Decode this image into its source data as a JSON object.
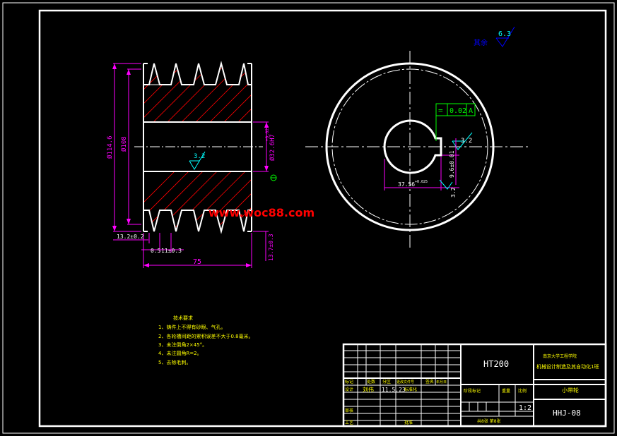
{
  "colors": {
    "background": "#000000",
    "frame": "#ffffff",
    "dimension": "#ff00ff",
    "centerline": "#ffffff",
    "hatch": "#ff0000",
    "tolerance": "#00ff00",
    "watermark": "#ff0000",
    "roughness": "#00ffff",
    "note_text": "#ffff00",
    "title_text": "#ffff00",
    "surface_note": "#0000ff"
  },
  "watermark": "www.woc88.com",
  "surface_note": {
    "label": "其余",
    "value": "6.3"
  },
  "front_view": {
    "dim_outer_diameter": "Ø114.6",
    "dim_groove_diameter": "Ø108",
    "dim_bore": "Ø32.6H7",
    "roughness_bore": "3.2",
    "dim_pitch": "13.2±0.2",
    "dim_first_groove": "0.5",
    "dim_groove_width": "11±0.3",
    "dim_width": "75",
    "dim_edge": "13.7±0.3",
    "dim_right_tol": "+0.021"
  },
  "side_view": {
    "flatness_symbol": "=",
    "flatness_value": "0.02",
    "flatness_datum": "A",
    "roughness_keyway": "3.2",
    "dim_key_width": "9.6±0.01",
    "dim_hub": "37.56",
    "dim_hub_tol": "+0.025",
    "roughness_bottom": "3.2"
  },
  "tech_notes": {
    "title": "技术要求",
    "items": [
      "1、铸件上不得有砂眼、气孔。",
      "2、各轮槽间距的累积误差不大于0.8毫米。",
      "3、未注倒角2×45°。",
      "4、未注圆角R=2。",
      "5、去除毛刺。"
    ]
  },
  "title_block": {
    "material": "HT200",
    "school": "南京大学工程学院",
    "course": "机械设计制造及其自动化1班",
    "part_name": "小带轮",
    "drawing_no": "HHJ-08",
    "scale": "1:2",
    "sheet_info": "共8张 第8张",
    "header_cells": [
      "标记",
      "处数",
      "分区",
      "更改文件号",
      "签名",
      "年月日"
    ],
    "row_design": "设计",
    "designer": "刘伟",
    "date": "11.5.23",
    "row_std": "标准化",
    "row_review": "审核",
    "row_process": "工艺",
    "row_approve": "批准",
    "stage_label": "阶段标记",
    "weight_label": "重量",
    "scale_label": "比例"
  }
}
